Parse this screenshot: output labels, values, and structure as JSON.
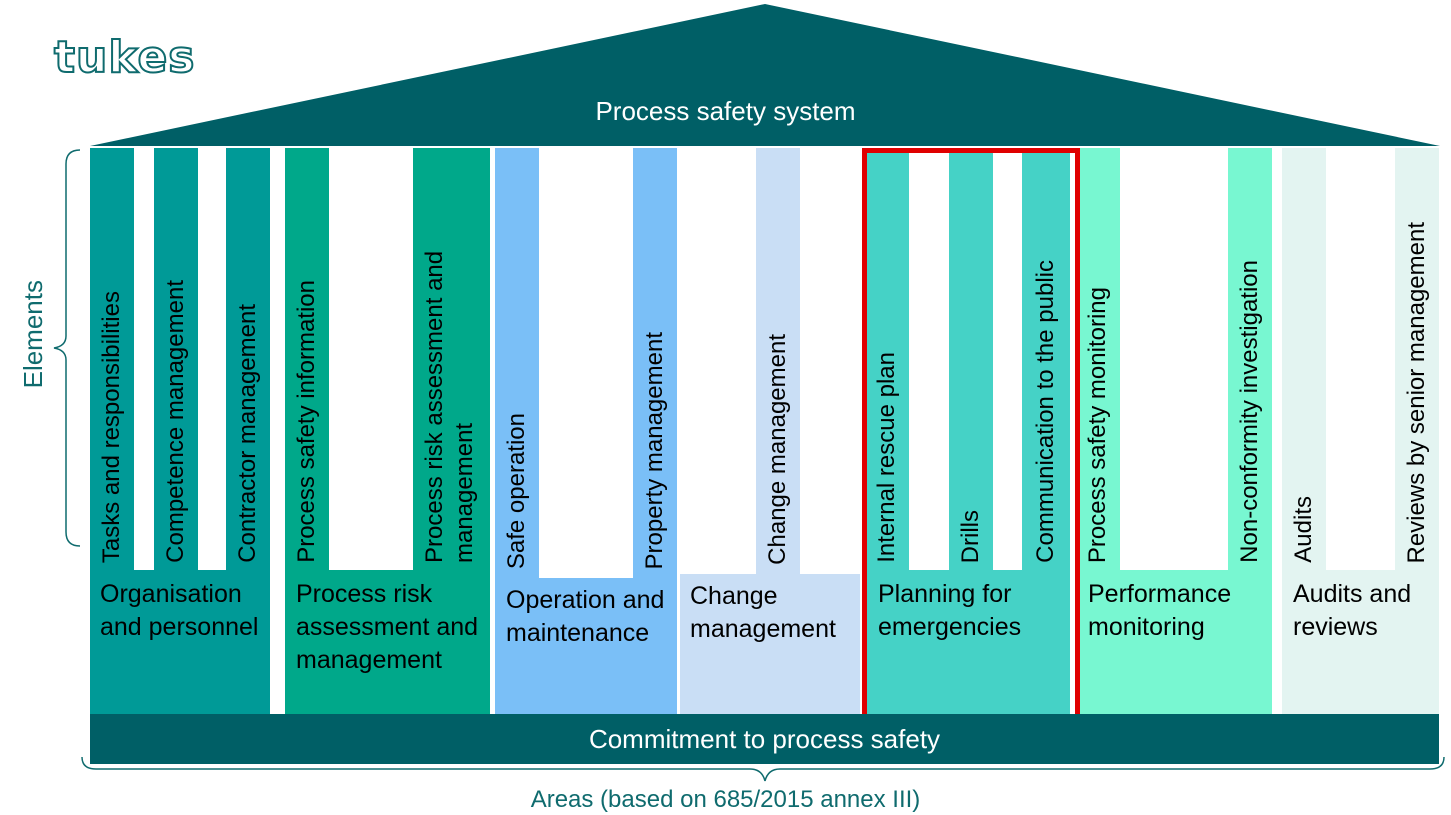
{
  "logo": "tukes",
  "roof_title": "Process safety system",
  "side_label": "Elements",
  "base_label": "Commitment to process safety",
  "bottom_label": "Areas (based on 685/2015 annex III)",
  "colors": {
    "roof": "#005f66",
    "organisation": "#009a97",
    "risk": "#00a88a",
    "operation": "#7abff7",
    "change": "#c9def5",
    "emergencies": "#45d2c6",
    "performance": "#78f7d1",
    "audits": "#e3f4f1",
    "highlight": "#e00000"
  },
  "areas": [
    {
      "label": "Organisation and personnel",
      "elements": [
        "Tasks and responsibilities",
        "Competence management",
        "Contractor management"
      ]
    },
    {
      "label": "Process risk assessment and management",
      "elements": [
        "Process safety information",
        "Process risk assessment and management"
      ]
    },
    {
      "label": "Operation and maintenance",
      "elements": [
        "Safe operation",
        "Property management"
      ]
    },
    {
      "label": "Change management",
      "elements": [
        "Change management"
      ]
    },
    {
      "label": "Planning for emergencies",
      "elements": [
        "Internal rescue plan",
        "Drills",
        "Communication to the public"
      ]
    },
    {
      "label": "Performance monitoring",
      "elements": [
        "Process safety monitoring",
        "Non-conformity investigation"
      ]
    },
    {
      "label": "Audits and reviews",
      "elements": [
        "Audits",
        "Reviews by senior management"
      ]
    }
  ]
}
